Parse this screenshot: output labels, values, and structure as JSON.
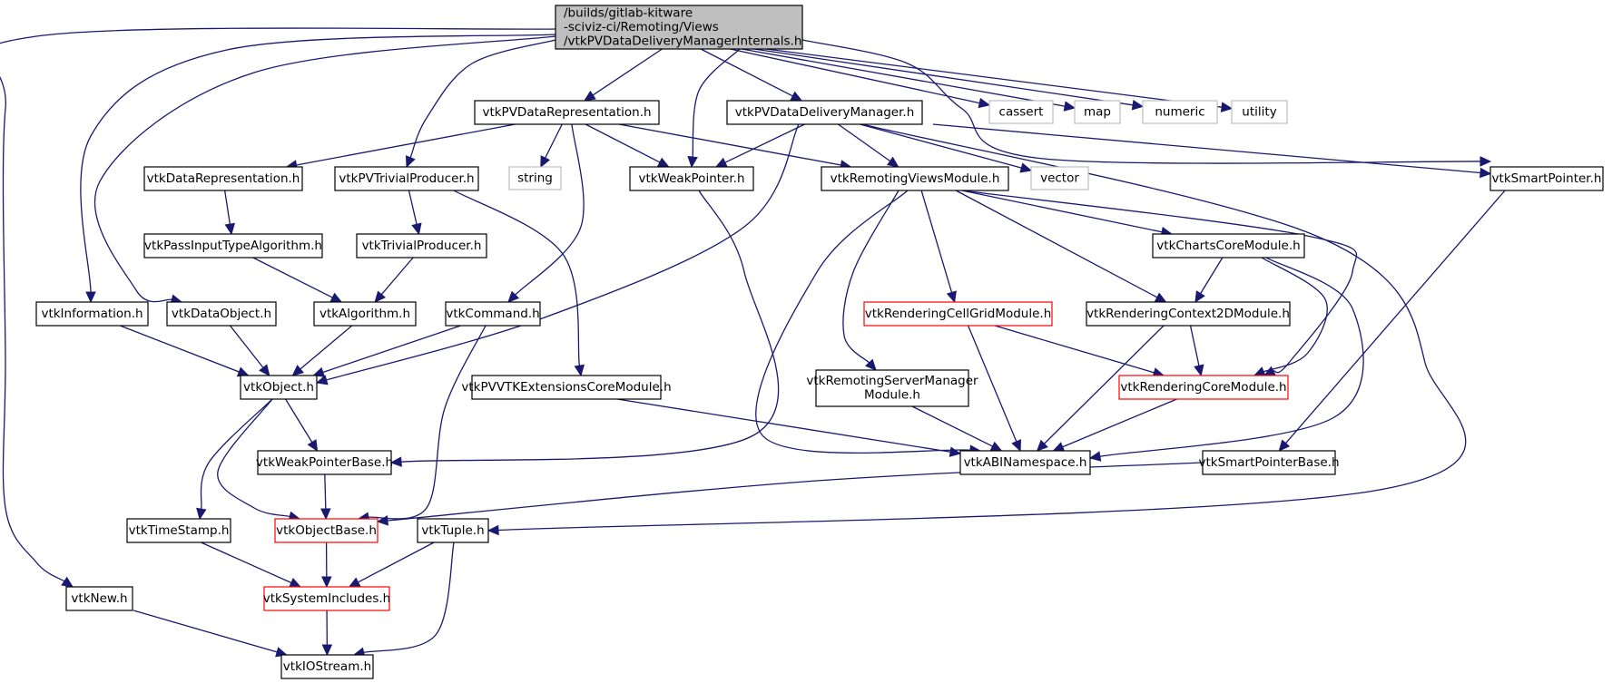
{
  "title": "Include dependency graph for vtkPVDataDeliveryManagerInternals.h",
  "colors": {
    "edge": "#191970",
    "root_fill": "#bfbfbf",
    "node_border": "#000000",
    "truncated_border": "#ff0000",
    "system_border": "#bfbfbf"
  },
  "nodes": [
    {
      "id": "root",
      "lines": [
        "/builds/gitlab-kitware",
        "-sciviz-ci/Remoting/Views",
        "/vtkPVDataDeliveryManagerInternals.h"
      ],
      "kind": "root",
      "align": "left"
    },
    {
      "id": "pvdatarep",
      "lines": [
        "vtkPVDataRepresentation.h"
      ],
      "kind": "normal"
    },
    {
      "id": "pvddm",
      "lines": [
        "vtkPVDataDeliveryManager.h"
      ],
      "kind": "normal"
    },
    {
      "id": "cassert",
      "lines": [
        "cassert"
      ],
      "kind": "system"
    },
    {
      "id": "map",
      "lines": [
        "map"
      ],
      "kind": "system"
    },
    {
      "id": "numeric",
      "lines": [
        "numeric"
      ],
      "kind": "system"
    },
    {
      "id": "utility",
      "lines": [
        "utility"
      ],
      "kind": "system"
    },
    {
      "id": "smartptr",
      "lines": [
        "vtkSmartPointer.h"
      ],
      "kind": "normal"
    },
    {
      "id": "datarep",
      "lines": [
        "vtkDataRepresentation.h"
      ],
      "kind": "normal"
    },
    {
      "id": "pvtrivial",
      "lines": [
        "vtkPVTrivialProducer.h"
      ],
      "kind": "normal"
    },
    {
      "id": "string",
      "lines": [
        "string"
      ],
      "kind": "system"
    },
    {
      "id": "weakptr",
      "lines": [
        "vtkWeakPointer.h"
      ],
      "kind": "normal"
    },
    {
      "id": "remviews",
      "lines": [
        "vtkRemotingViewsModule.h"
      ],
      "kind": "normal"
    },
    {
      "id": "vector",
      "lines": [
        "vector"
      ],
      "kind": "system"
    },
    {
      "id": "passinput",
      "lines": [
        "vtkPassInputTypeAlgorithm.h"
      ],
      "kind": "normal"
    },
    {
      "id": "trivial",
      "lines": [
        "vtkTrivialProducer.h"
      ],
      "kind": "normal"
    },
    {
      "id": "charts",
      "lines": [
        "vtkChartsCoreModule.h"
      ],
      "kind": "normal"
    },
    {
      "id": "information",
      "lines": [
        "vtkInformation.h"
      ],
      "kind": "normal"
    },
    {
      "id": "dataobject",
      "lines": [
        "vtkDataObject.h"
      ],
      "kind": "normal"
    },
    {
      "id": "algorithm",
      "lines": [
        "vtkAlgorithm.h"
      ],
      "kind": "normal"
    },
    {
      "id": "command",
      "lines": [
        "vtkCommand.h"
      ],
      "kind": "normal"
    },
    {
      "id": "cellgrid",
      "lines": [
        "vtkRenderingCellGridModule.h"
      ],
      "kind": "truncated"
    },
    {
      "id": "context2d",
      "lines": [
        "vtkRenderingContext2DModule.h"
      ],
      "kind": "normal"
    },
    {
      "id": "object",
      "lines": [
        "vtkObject.h"
      ],
      "kind": "normal"
    },
    {
      "id": "pvvtkext",
      "lines": [
        "vtkPVVTKExtensionsCoreModule.h"
      ],
      "kind": "normal"
    },
    {
      "id": "remsm",
      "lines": [
        "vtkRemotingServerManager",
        "Module.h"
      ],
      "kind": "normal"
    },
    {
      "id": "rendcore",
      "lines": [
        "vtkRenderingCoreModule.h"
      ],
      "kind": "truncated"
    },
    {
      "id": "weakptrbase",
      "lines": [
        "vtkWeakPointerBase.h"
      ],
      "kind": "normal"
    },
    {
      "id": "abins",
      "lines": [
        "vtkABINamespace.h"
      ],
      "kind": "normal"
    },
    {
      "id": "smartptrbase",
      "lines": [
        "vtkSmartPointerBase.h"
      ],
      "kind": "normal"
    },
    {
      "id": "timestamp",
      "lines": [
        "vtkTimeStamp.h"
      ],
      "kind": "normal"
    },
    {
      "id": "objectbase",
      "lines": [
        "vtkObjectBase.h"
      ],
      "kind": "truncated"
    },
    {
      "id": "tuple",
      "lines": [
        "vtkTuple.h"
      ],
      "kind": "normal"
    },
    {
      "id": "new",
      "lines": [
        "vtkNew.h"
      ],
      "kind": "normal"
    },
    {
      "id": "sysincludes",
      "lines": [
        "vtkSystemIncludes.h"
      ],
      "kind": "truncated"
    },
    {
      "id": "iostream",
      "lines": [
        "vtkIOStream.h"
      ],
      "kind": "normal"
    }
  ],
  "edges": [
    [
      "root",
      "pvdatarep"
    ],
    [
      "root",
      "pvddm"
    ],
    [
      "root",
      "cassert"
    ],
    [
      "root",
      "map"
    ],
    [
      "root",
      "numeric"
    ],
    [
      "root",
      "utility"
    ],
    [
      "root",
      "smartptr"
    ],
    [
      "root",
      "pvtrivial"
    ],
    [
      "root",
      "weakptr"
    ],
    [
      "root",
      "information"
    ],
    [
      "root",
      "dataobject"
    ],
    [
      "root",
      "new"
    ],
    [
      "pvdatarep",
      "datarep"
    ],
    [
      "pvdatarep",
      "string"
    ],
    [
      "pvdatarep",
      "weakptr"
    ],
    [
      "pvdatarep",
      "remviews"
    ],
    [
      "pvdatarep",
      "command"
    ],
    [
      "pvddm",
      "weakptr"
    ],
    [
      "pvddm",
      "remviews"
    ],
    [
      "pvddm",
      "vector"
    ],
    [
      "pvddm",
      "smartptr"
    ],
    [
      "pvddm",
      "object"
    ],
    [
      "pvddm",
      "tuple"
    ],
    [
      "smartptr",
      "smartptrbase"
    ],
    [
      "datarep",
      "passinput"
    ],
    [
      "pvtrivial",
      "trivial"
    ],
    [
      "pvtrivial",
      "pvvtkext"
    ],
    [
      "weakptr",
      "weakptrbase"
    ],
    [
      "remviews",
      "charts"
    ],
    [
      "remviews",
      "cellgrid"
    ],
    [
      "remviews",
      "context2d"
    ],
    [
      "remviews",
      "remsm"
    ],
    [
      "remviews",
      "rendcore"
    ],
    [
      "remviews",
      "abins"
    ],
    [
      "passinput",
      "algorithm"
    ],
    [
      "trivial",
      "algorithm"
    ],
    [
      "charts",
      "context2d"
    ],
    [
      "charts",
      "rendcore"
    ],
    [
      "charts",
      "abins"
    ],
    [
      "information",
      "object"
    ],
    [
      "dataobject",
      "object"
    ],
    [
      "algorithm",
      "object"
    ],
    [
      "command",
      "object"
    ],
    [
      "command",
      "objectbase"
    ],
    [
      "cellgrid",
      "rendcore"
    ],
    [
      "cellgrid",
      "abins"
    ],
    [
      "context2d",
      "rendcore"
    ],
    [
      "context2d",
      "abins"
    ],
    [
      "object",
      "weakptrbase"
    ],
    [
      "object",
      "timestamp"
    ],
    [
      "object",
      "objectbase"
    ],
    [
      "pvvtkext",
      "abins"
    ],
    [
      "remsm",
      "abins"
    ],
    [
      "rendcore",
      "abins"
    ],
    [
      "weakptrbase",
      "objectbase"
    ],
    [
      "smartptrbase",
      "objectbase"
    ],
    [
      "timestamp",
      "sysincludes"
    ],
    [
      "objectbase",
      "sysincludes"
    ],
    [
      "tuple",
      "sysincludes"
    ],
    [
      "tuple",
      "iostream"
    ],
    [
      "new",
      "iostream"
    ],
    [
      "sysincludes",
      "iostream"
    ]
  ]
}
